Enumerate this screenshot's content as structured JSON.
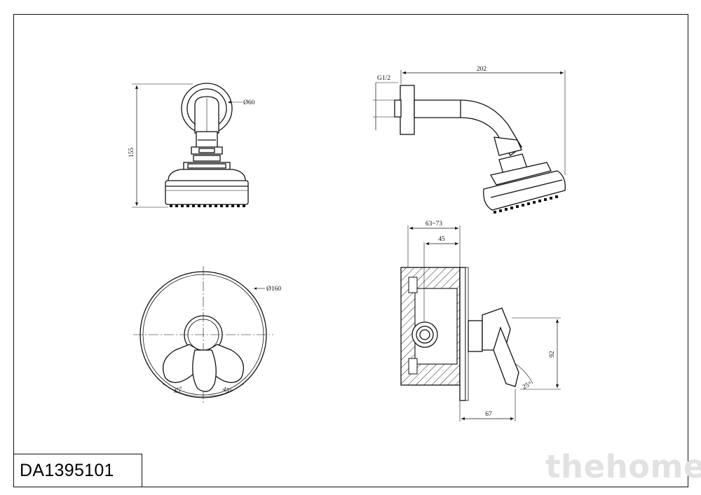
{
  "drawing": {
    "model_code": "DA1395101",
    "watermark": "thehome",
    "dimensions": {
      "flange_diameter": "Ø60",
      "total_height": "155",
      "thread": "G1/2",
      "arm_length": "202",
      "escutcheon_diameter": "Ø160",
      "handle_angle_left": "45°",
      "handle_angle_right": "45°",
      "install_depth_range": "63~73",
      "install_depth_min": "45",
      "lever_height": "92",
      "lever_projection": "67",
      "lever_angle": "25°"
    }
  }
}
